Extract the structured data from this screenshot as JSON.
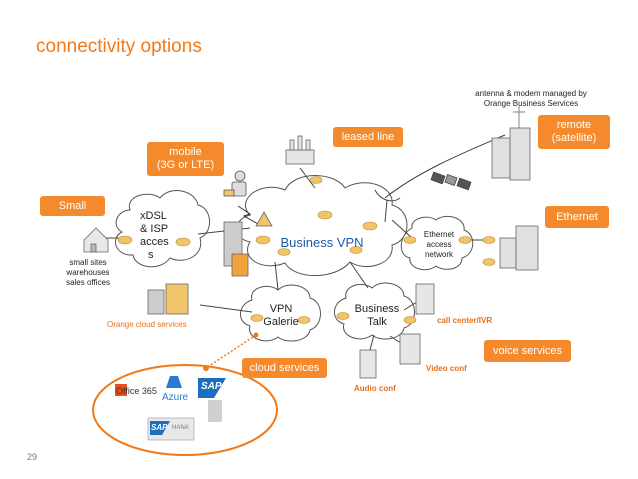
{
  "title": "connectivity options",
  "page_number": "29",
  "tags": {
    "small": "Small",
    "mobile_line1": "mobile",
    "mobile_line2": "(3G or LTE)",
    "leased_line": "leased line",
    "remote_line1": "remote",
    "remote_line2": "(satellite)",
    "ethernet": "Ethernet",
    "voice_services": "voice services",
    "cloud_services": "cloud services"
  },
  "labels": {
    "antenna_line1": "antenna & modem managed by",
    "antenna_line2": "Orange Business Services",
    "small_sites_1": "small sites",
    "small_sites_2": "warehouses",
    "small_sites_3": "sales offices",
    "orange_cloud": "Orange cloud services",
    "call_center": "call center/IVR",
    "video_conf": "Video conf",
    "audio_conf": "Audio conf"
  },
  "clouds": {
    "business_vpn": "Business VPN",
    "xdsl_1": "xDSL",
    "xdsl_2": "& ISP",
    "xdsl_3": "acces",
    "xdsl_4": "s",
    "ethernet_1": "Ethernet",
    "ethernet_2": "access",
    "ethernet_3": "network",
    "vpn_galerie_1": "VPN",
    "vpn_galerie_2": "Galerie",
    "business_talk_1": "Business",
    "business_talk_2": "Talk"
  },
  "logos": {
    "office365": "Office 365",
    "azure": "Azure",
    "sap": "SAP",
    "sap_hana": "SAP",
    "hana": "HANA"
  },
  "colors": {
    "accent": "#f07a1a",
    "tag_bg": "#f48a2c",
    "router": "#f2c46a"
  }
}
